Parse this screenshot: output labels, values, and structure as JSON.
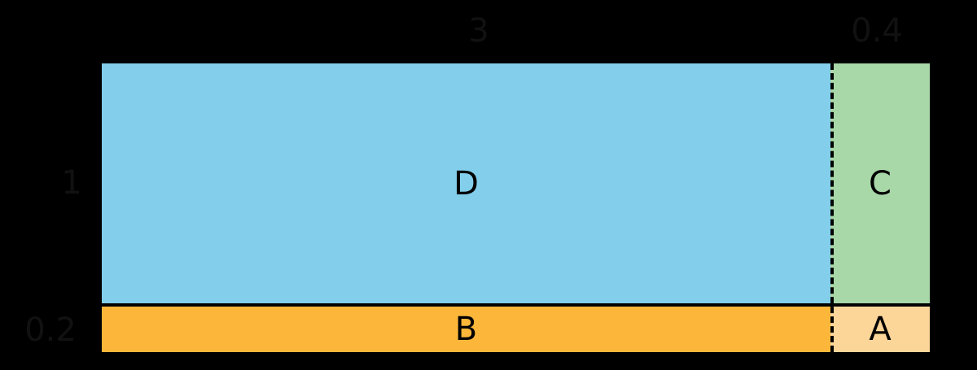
{
  "figure": {
    "background_color": "#000000",
    "label_color": "#111111",
    "block_label_color": "#000000"
  },
  "dimensions": {
    "top_left_width": "3",
    "top_right_width": "0.4",
    "left_upper_height": "1",
    "left_lower_height": "0.2"
  },
  "blocks": {
    "d": {
      "label": "D",
      "color": "#82CEEB"
    },
    "c": {
      "label": "C",
      "color": "#A8D7A8"
    },
    "b": {
      "label": "B",
      "color": "#FCB73A"
    },
    "a": {
      "label": "A",
      "color": "#FCD598"
    }
  },
  "chart_data": {
    "type": "treemap",
    "title": "",
    "xlabel": "",
    "ylabel": "",
    "grid": false,
    "legend": "none",
    "xlim": [
      0,
      3.4
    ],
    "ylim": [
      0,
      1.2
    ],
    "annotations": [
      {
        "text": "3",
        "role": "width-dimension",
        "applies_to": [
          "D",
          "B"
        ],
        "value": 3,
        "position": "top"
      },
      {
        "text": "0.4",
        "role": "width-dimension",
        "applies_to": [
          "C",
          "A"
        ],
        "value": 0.4,
        "position": "top"
      },
      {
        "text": "1",
        "role": "height-dimension",
        "applies_to": [
          "D",
          "C"
        ],
        "value": 1,
        "position": "left"
      },
      {
        "text": "0.2",
        "role": "height-dimension",
        "applies_to": [
          "B",
          "A"
        ],
        "value": 0.2,
        "position": "left"
      }
    ],
    "rectangles": [
      {
        "name": "D",
        "color": "#82CEEB",
        "width": 3,
        "height": 1,
        "area": 3.0,
        "x": 0,
        "y": 0.2,
        "column": "left",
        "row": "upper"
      },
      {
        "name": "C",
        "color": "#A8D7A8",
        "width": 0.4,
        "height": 1,
        "area": 0.4,
        "x": 3,
        "y": 0.2,
        "column": "right",
        "row": "upper"
      },
      {
        "name": "B",
        "color": "#FCB73A",
        "width": 3,
        "height": 0.2,
        "area": 0.6,
        "x": 0,
        "y": 0,
        "column": "left",
        "row": "lower"
      },
      {
        "name": "A",
        "color": "#FCD598",
        "width": 0.4,
        "height": 0.2,
        "area": 0.08,
        "x": 3,
        "y": 0,
        "column": "right",
        "row": "lower"
      }
    ],
    "categories": [
      "D",
      "C",
      "B",
      "A"
    ],
    "values": [
      3.0,
      0.4,
      0.6,
      0.08
    ],
    "total_width": 3.4,
    "total_height": 1.2,
    "total_area": 4.08
  }
}
